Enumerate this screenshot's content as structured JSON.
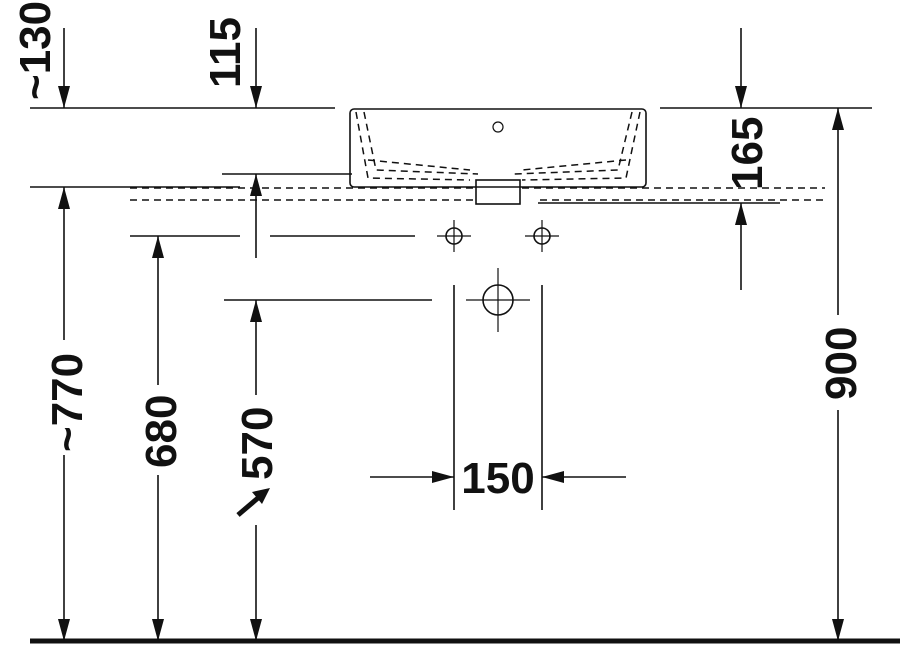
{
  "dimensions": {
    "d130": "~130",
    "d115": "115",
    "d165": "165",
    "d900": "900",
    "d770": "~770",
    "d680": "680",
    "d570": "570",
    "d150": "150"
  },
  "colors": {
    "ink": "#111111",
    "paper": "#ffffff"
  }
}
